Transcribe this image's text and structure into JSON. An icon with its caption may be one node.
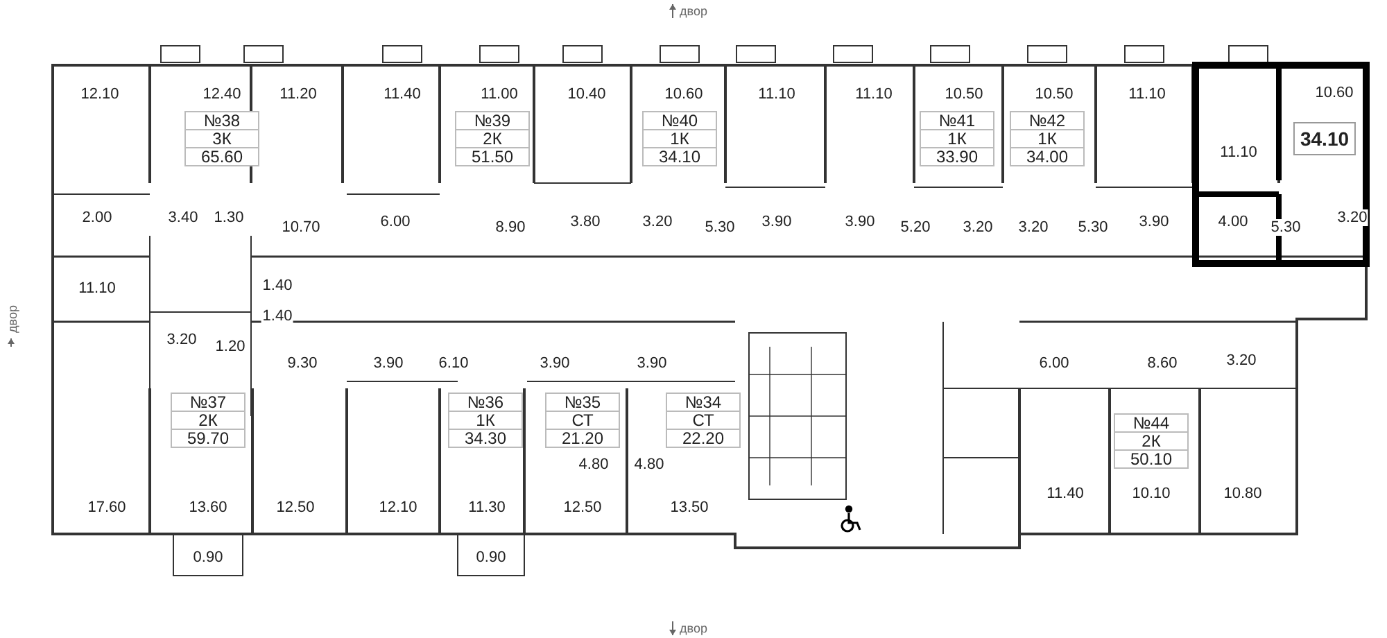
{
  "diagram": {
    "nodes": [
      {
        "text": [
          "№38",
          "3К",
          "65.60"
        ]
      },
      {
        "text": [
          "№39",
          "2К",
          "51.50"
        ]
      },
      {
        "text": [
          "№40",
          "1К",
          "34.10"
        ]
      },
      {
        "text": [
          "№41",
          "1К",
          "33.90"
        ]
      },
      {
        "text": [
          "№42",
          "1К",
          "34.00"
        ]
      },
      {
        "text": [
          "34.10"
        ]
      },
      {
        "text": [
          "№37",
          "2К",
          "59.70"
        ]
      },
      {
        "text": [
          "№36",
          "1К",
          "34.30"
        ]
      },
      {
        "text": [
          "№35",
          "СТ",
          "21.20"
        ]
      },
      {
        "text": [
          "№34",
          "СТ",
          "22.20"
        ]
      },
      {
        "text": [
          "№44",
          "2К",
          "50.10"
        ]
      }
    ],
    "labels": [
      "двор",
      "12.10",
      "12.40",
      "11.20",
      "11.40",
      "11.00",
      "10.40",
      "10.60",
      "11.10",
      "11.10",
      "10.50",
      "10.50",
      "11.10",
      "11.10",
      "10.60",
      "2.00",
      "3.40",
      "1.30",
      "10.70",
      "6.00",
      "8.90",
      "3.80",
      "3.20",
      "5.30",
      "3.90",
      "3.90",
      "5.20",
      "3.20",
      "3.20",
      "5.30",
      "3.90",
      "4.00",
      "5.30",
      "3.20",
      "11.10",
      "1.40",
      "двор",
      "1.40",
      "3.20",
      "1.20",
      "9.30",
      "3.90",
      "6.10",
      "3.90",
      "3.90",
      "6.00",
      "8.60",
      "3.20",
      "4.80",
      "4.80",
      "17.60",
      "13.60",
      "12.50",
      "12.10",
      "11.30",
      "12.50",
      "13.50",
      "11.40",
      "10.10",
      "10.80",
      "0.90",
      "0.90",
      "двор"
    ]
  }
}
